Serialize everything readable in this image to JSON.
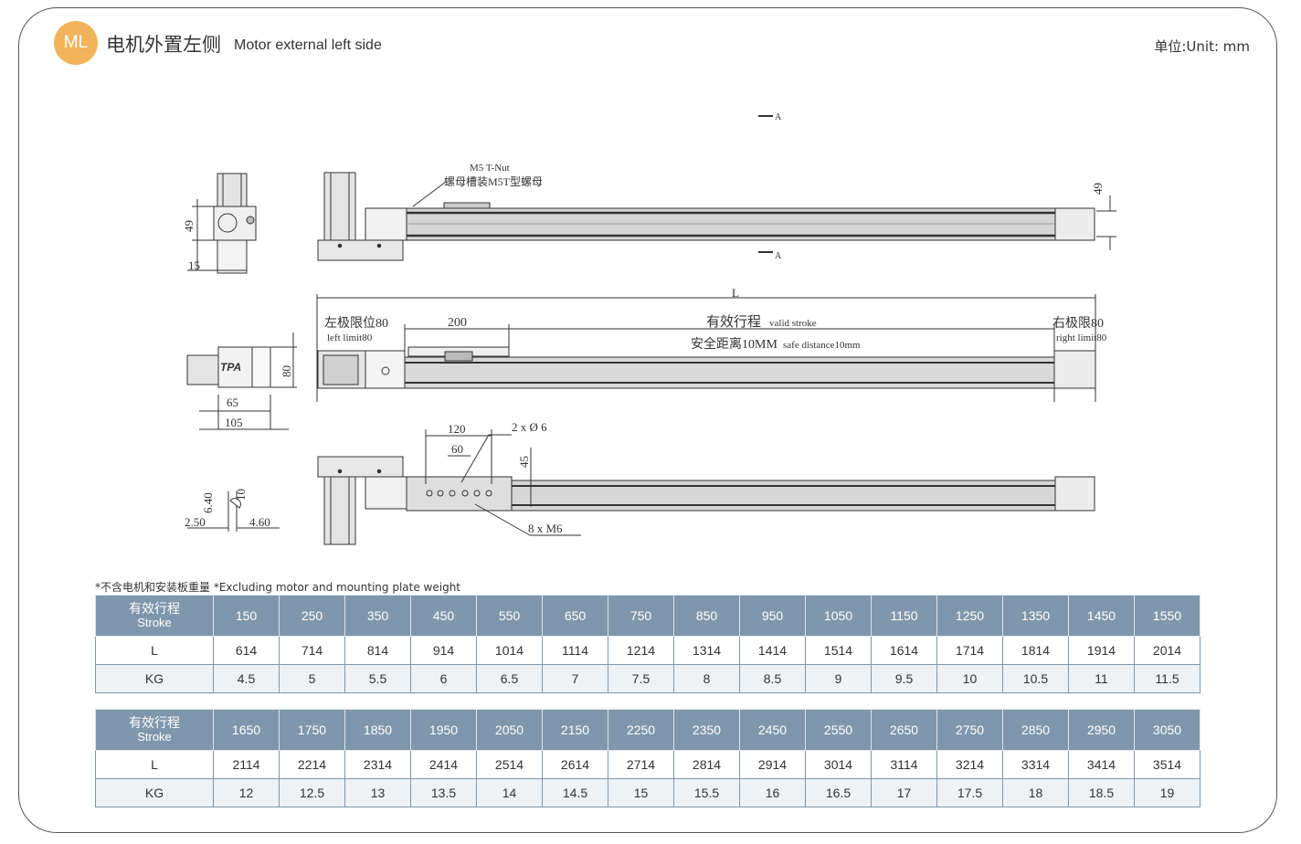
{
  "header": {
    "badge": "ML",
    "title_cn": "电机外置左侧",
    "title_en": "Motor external left side",
    "unit": "单位:Unit: mm"
  },
  "drawing": {
    "section_top": "A",
    "section_bottom": "A",
    "tnut_en": "M5 T-Nut",
    "tnut_cn": "螺母槽装M5T型螺母",
    "dim_49_left": "49",
    "dim_15": "15",
    "dim_49_right": "49",
    "dim_L": "L",
    "left_limit_cn": "左极限位80",
    "left_limit_en": "left limit80",
    "dim_200": "200",
    "valid_stroke_cn": "有效行程",
    "valid_stroke_en": "valid stroke",
    "safe_cn": "安全距离10MM",
    "safe_en": "safe distance10mm",
    "right_limit_cn": "右极限80",
    "right_limit_en": "right limit80",
    "dim_80": "80",
    "dim_65": "65",
    "dim_105": "105",
    "logo": "TPA",
    "dim_120": "120",
    "dim_60": "60",
    "holes_2": "2 x Ø 6",
    "dim_45": "45",
    "holes_8": "8 x M6",
    "dim_640": "6.40",
    "dim_10": "10",
    "dim_250": "2.50",
    "dim_460": "4.60"
  },
  "note": "*不含电机和安装板重量 *Excluding motor and mounting plate weight",
  "table1": {
    "label_cn": "有效行程",
    "label_en": "Stroke",
    "strokes": [
      "150",
      "250",
      "350",
      "450",
      "550",
      "650",
      "750",
      "850",
      "950",
      "1050",
      "1150",
      "1250",
      "1350",
      "1450",
      "1550"
    ],
    "L_label": "L",
    "L": [
      "614",
      "714",
      "814",
      "914",
      "1014",
      "1114",
      "1214",
      "1314",
      "1414",
      "1514",
      "1614",
      "1714",
      "1814",
      "1914",
      "2014"
    ],
    "KG_label": "KG",
    "KG": [
      "4.5",
      "5",
      "5.5",
      "6",
      "6.5",
      "7",
      "7.5",
      "8",
      "8.5",
      "9",
      "9.5",
      "10",
      "10.5",
      "11",
      "11.5"
    ]
  },
  "table2": {
    "label_cn": "有效行程",
    "label_en": "Stroke",
    "strokes": [
      "1650",
      "1750",
      "1850",
      "1950",
      "2050",
      "2150",
      "2250",
      "2350",
      "2450",
      "2550",
      "2650",
      "2750",
      "2850",
      "2950",
      "3050"
    ],
    "L_label": "L",
    "L": [
      "2114",
      "2214",
      "2314",
      "2414",
      "2514",
      "2614",
      "2714",
      "2814",
      "2914",
      "3014",
      "3114",
      "3214",
      "3314",
      "3414",
      "3514"
    ],
    "KG_label": "KG",
    "KG": [
      "12",
      "12.5",
      "13",
      "13.5",
      "14",
      "14.5",
      "15",
      "15.5",
      "16",
      "16.5",
      "17",
      "17.5",
      "18",
      "18.5",
      "19"
    ]
  }
}
